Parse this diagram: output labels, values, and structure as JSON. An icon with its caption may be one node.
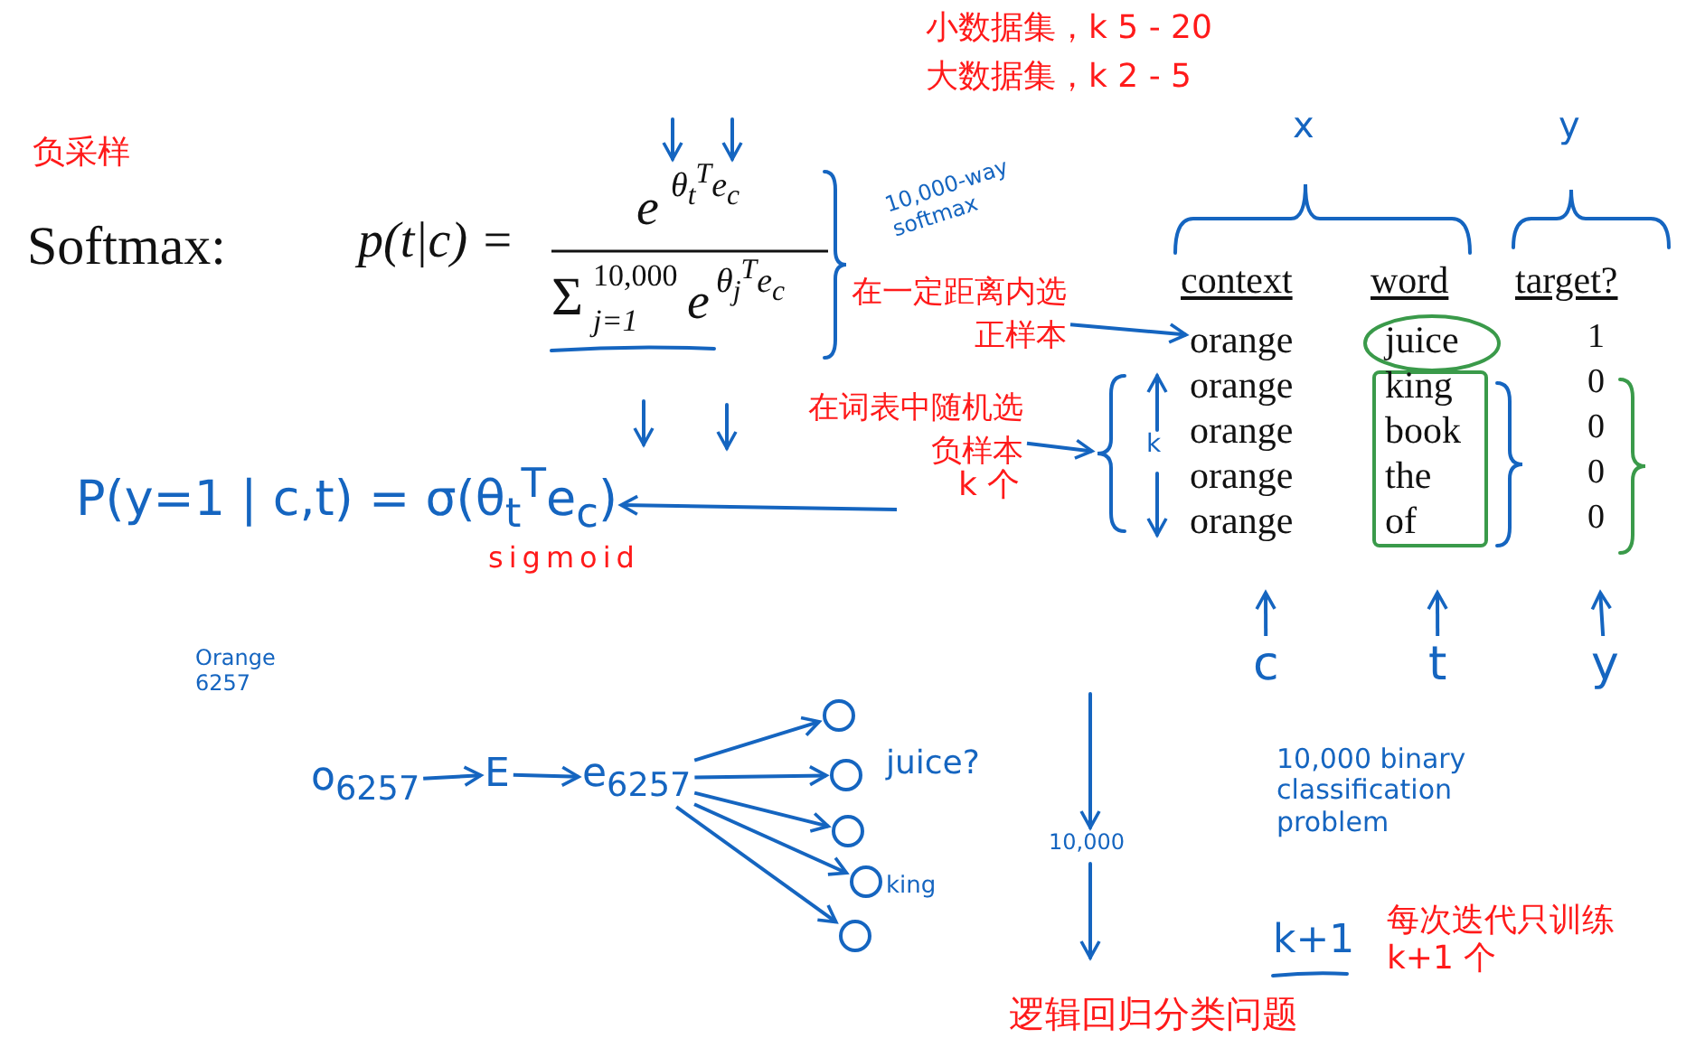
{
  "diagram": {
    "nodes": [
      {
        "text": [
          "在一定距离内选正样本"
        ]
      },
      {
        "text": [
          "在词表中随机选负样本"
        ]
      },
      {
        "text": [
          "P(y=1 | c,t) = σ(θ$_{t}$$^{T}$e$_{c}$)"
        ]
      },
      {
        "text": [
          "c"
        ]
      },
      {
        "text": [
          "t"
        ]
      },
      {
        "text": [
          "y"
        ]
      },
      {
        "text": [
          "o$_{6257}$"
        ]
      },
      {
        "text": [
          "E"
        ]
      },
      {
        "text": [
          "e$_{6257}$"
        ]
      },
      {
        "text": [],
        "shape": "circle"
      },
      {
        "text": [],
        "shape": "circle"
      },
      {
        "text": [],
        "shape": "circle"
      },
      {
        "text": [],
        "shape": "circle"
      },
      {
        "text": [],
        "shape": "circle"
      },
      {
        "text": [],
        "shape": "brace"
      },
      {
        "text": [
          "orange"
        ]
      }
    ],
    "edges": [
      {
        "from": 0,
        "to": 15,
        "arrow": "to"
      },
      {
        "from": 1,
        "to": 14,
        "arrow": "to"
      },
      {
        "from": null,
        "to": 2,
        "arrow": "to"
      },
      {
        "from": 3,
        "to": null,
        "arrow": "to"
      },
      {
        "from": 4,
        "to": null,
        "arrow": "to"
      },
      {
        "from": 5,
        "to": null,
        "arrow": "to"
      },
      {
        "from": 6,
        "to": 7,
        "arrow": "to"
      },
      {
        "from": 7,
        "to": 8,
        "arrow": "to"
      },
      {
        "from": 8,
        "to": 9,
        "arrow": "to"
      },
      {
        "from": 8,
        "to": 10,
        "arrow": "to"
      },
      {
        "from": 8,
        "to": 11,
        "arrow": "to"
      },
      {
        "from": 8,
        "to": 12,
        "arrow": "to"
      },
      {
        "from": 8,
        "to": 13,
        "arrow": "to"
      }
    ],
    "labels": [
      "负采样",
      "小数据集，k 5 - 20",
      "大数据集，k 2 - 5",
      "Softmax:",
      "p(t|c) =",
      "e",
      "θ$_{t}$$^{T}$e$_{c}$",
      "Σ",
      "10,000",
      "j=1",
      "e",
      "θ$_{j}$$^{T}$e$_{c}$",
      "10,000-way softmax",
      "x",
      "y",
      "context",
      "word",
      "target?",
      "juice",
      "1",
      "orange",
      "king",
      "0",
      "orange",
      "book",
      "0",
      "orange",
      "the",
      "0",
      "orange",
      "of",
      "0",
      "k",
      "k 个",
      "sigmoid",
      "Orange 6257",
      "juice?",
      "king",
      "10,000",
      "10,000 binary classification problem",
      "k+1",
      "每次迭代只训练k+1 个",
      "逻辑回归分类问题"
    ]
  }
}
